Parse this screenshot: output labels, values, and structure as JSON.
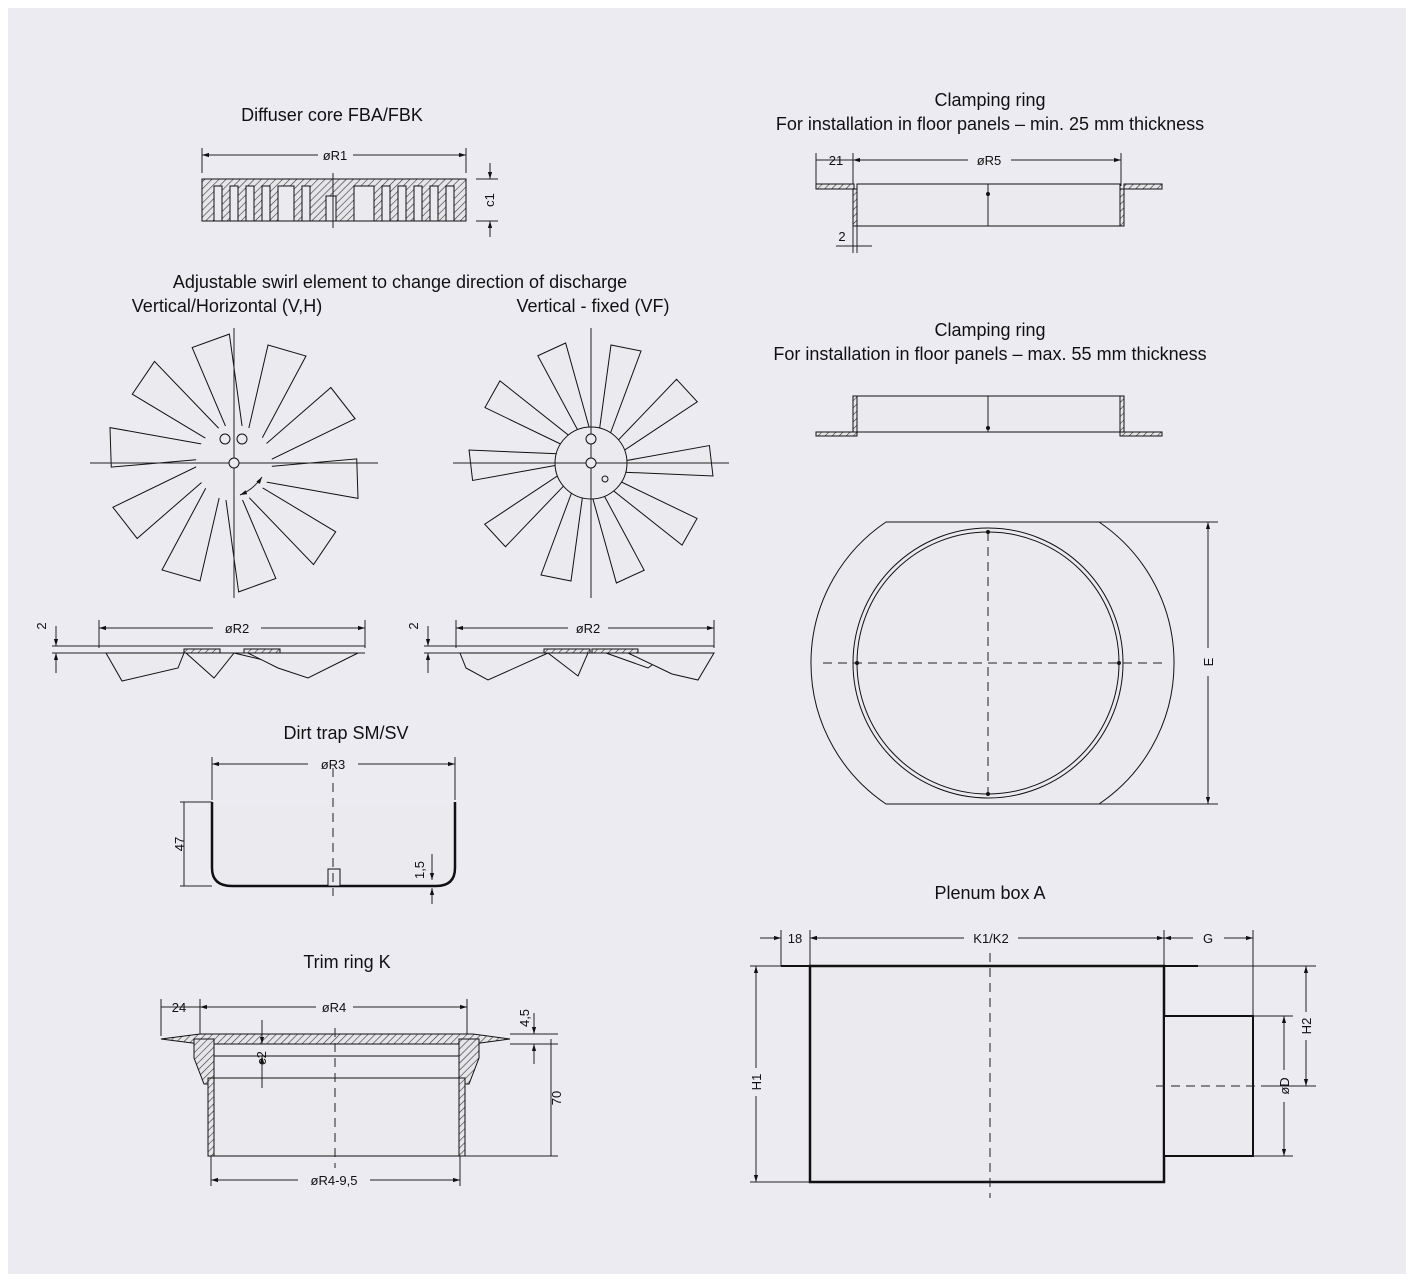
{
  "titles": {
    "diffuser_core": "Diffuser core FBA/FBK",
    "swirl_main": "Adjustable swirl element to change direction of discharge",
    "swirl_vh": "Vertical/Horizontal (V,H)",
    "swirl_vf": "Vertical - fixed (VF)",
    "dirt_trap": "Dirt trap SM/SV",
    "trim_ring": "Trim ring K",
    "clamp1_title": "Clamping ring",
    "clamp1_sub": "For installation in floor panels – min. 25 mm thickness",
    "clamp2_title": "Clamping ring",
    "clamp2_sub": "For installation in floor panels – max. 55 mm thickness",
    "plenum": "Plenum box A"
  },
  "dims": {
    "r1": "øR1",
    "c1": "c1",
    "r2_left": "øR2",
    "r2_right": "øR2",
    "two_left": "2",
    "two_right": "2",
    "r3": "øR3",
    "h47": "47",
    "t15": "1,5",
    "w24": "24",
    "r4": "øR4",
    "t45": "4,5",
    "c2": "c2",
    "h70": "70",
    "r4b": "øR4-9,5",
    "w21": "21",
    "r5": "øR5",
    "t2": "2",
    "e": "E",
    "w18": "18",
    "k": "K1/K2",
    "g": "G",
    "h1": "H1",
    "h2": "H2",
    "d": "øD"
  }
}
